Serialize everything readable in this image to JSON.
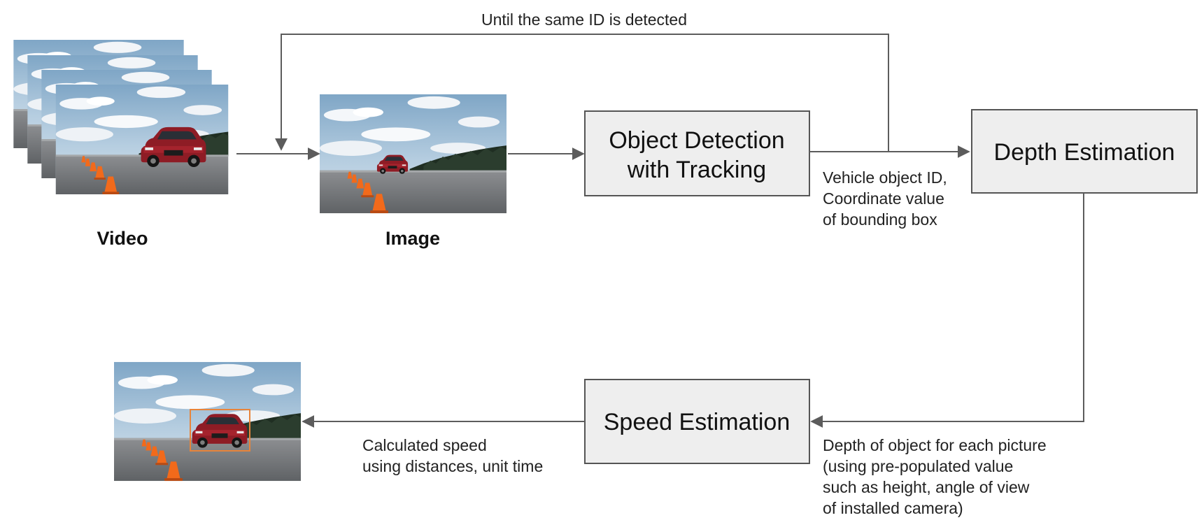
{
  "nodes": {
    "object_detection": {
      "line1": "Object Detection",
      "line2": "with Tracking"
    },
    "depth_estimation": {
      "label": "Depth Estimation"
    },
    "speed_estimation": {
      "label": "Speed Estimation"
    }
  },
  "captions": {
    "video": "Video",
    "image": "Image"
  },
  "edge_labels": {
    "loop": "Until the same ID is detected",
    "detection_output": [
      "Vehicle object ID,",
      "Coordinate value",
      "of bounding box"
    ],
    "depth_output": [
      "Depth of object for each picture",
      "(using pre-populated value",
      "such as height, angle of view",
      "of installed camera)"
    ],
    "speed_output": [
      "Calculated speed",
      "using distances, unit time"
    ]
  },
  "colors": {
    "box_fill": "#eeeeee",
    "box_stroke": "#555555",
    "arrow": "#5c5c5c",
    "bbox_highlight": "#e8843a",
    "cone": "#f26a1b",
    "car": "#8e1c25"
  }
}
